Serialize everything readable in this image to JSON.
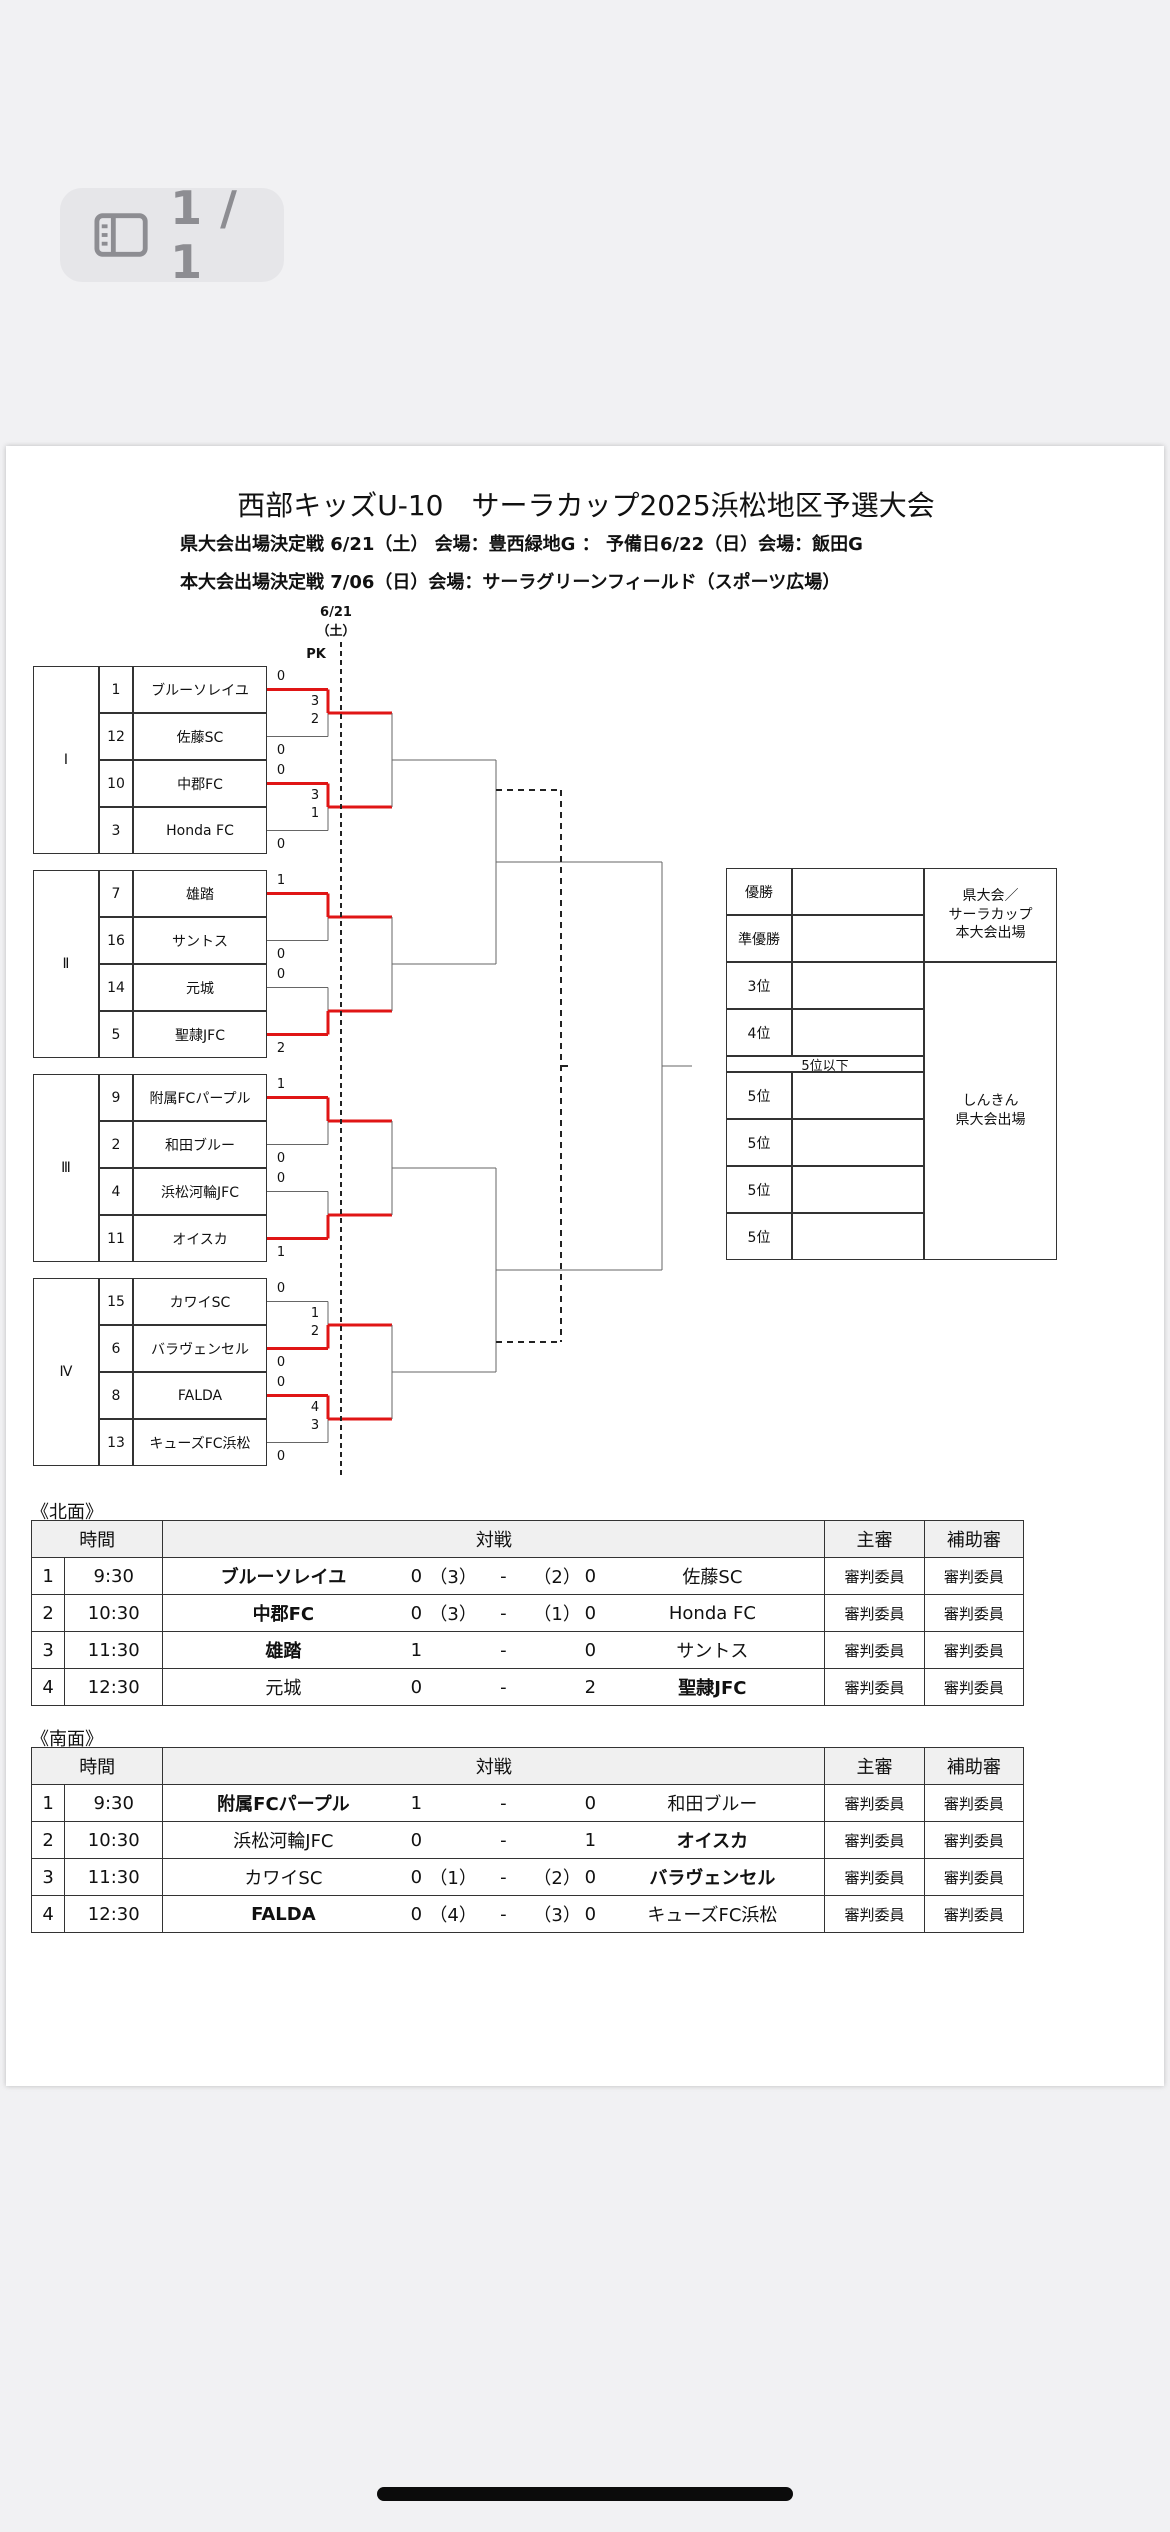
{
  "viewer": {
    "page_indicator": "1 / 1"
  },
  "doc": {
    "title": "西部キッズU-10　サーラカップ2025浜松地区予選大会",
    "sub1": "県大会出場決定戦  6/21（土）  会場：豊西緑地G  ：  予備日6/22（日）会場：飯田G",
    "sub2": "本大会出場決定戦  7/06（日）会場：サーラグリーンフィールド（スポーツ広場）"
  },
  "bracket": {
    "date": "6/21（土）",
    "pk": "PK",
    "blocks": [
      {
        "label": "Ⅰ",
        "teams": [
          {
            "seed": "1",
            "name": "ブルーソレイユ",
            "score": "0"
          },
          {
            "seed": "12",
            "name": "佐藤SC",
            "score": "0"
          },
          {
            "seed": "10",
            "name": "中郡FC",
            "score": "0"
          },
          {
            "seed": "3",
            "name": "Honda  FC",
            "score": "0"
          }
        ],
        "pk": [
          "3",
          "2",
          "3",
          "1"
        ]
      },
      {
        "label": "Ⅱ",
        "teams": [
          {
            "seed": "7",
            "name": "雄踏",
            "score": "1"
          },
          {
            "seed": "16",
            "name": "サントス",
            "score": "0"
          },
          {
            "seed": "14",
            "name": "元城",
            "score": "0"
          },
          {
            "seed": "5",
            "name": "聖隷JFC",
            "score": "2"
          }
        ]
      },
      {
        "label": "Ⅲ",
        "teams": [
          {
            "seed": "9",
            "name": "附属FCパープル",
            "score": "1"
          },
          {
            "seed": "2",
            "name": "和田ブルー",
            "score": "0"
          },
          {
            "seed": "4",
            "name": "浜松河輪JFC",
            "score": "0"
          },
          {
            "seed": "11",
            "name": "オイスカ",
            "score": "1"
          }
        ]
      },
      {
        "label": "Ⅳ",
        "teams": [
          {
            "seed": "15",
            "name": "カワイSC",
            "score": "0"
          },
          {
            "seed": "6",
            "name": "バラヴェンセル",
            "score": "0"
          },
          {
            "seed": "8",
            "name": "FALDA",
            "score": "0"
          },
          {
            "seed": "13",
            "name": "キューズFC浜松",
            "score": "0"
          }
        ],
        "pk": [
          "1",
          "2",
          "4",
          "3"
        ]
      }
    ]
  },
  "results": {
    "places": [
      "優勝",
      "準優勝",
      "3位",
      "4位",
      "5位",
      "5位",
      "5位",
      "5位"
    ],
    "below_five": "5位以下",
    "qualify_top": "県大会／\nサーラカップ\n本大会出場",
    "qualify_bottom": "しんきん\n県大会出場"
  },
  "north": {
    "label": "《北面》",
    "headers": {
      "time": "時間",
      "match": "対戦",
      "referee": "主審",
      "assistant": "補助審"
    },
    "rows": [
      {
        "no": "1",
        "time": "9:30",
        "home": "ブルーソレイユ",
        "hs": "0",
        "hpk": "（3）",
        "dash": "-",
        "apk": "（2）",
        "as": "0",
        "away": "佐藤SC",
        "ref": "審判委員",
        "asst": "審判委員"
      },
      {
        "no": "2",
        "time": "10:30",
        "home": "中郡FC",
        "hs": "0",
        "hpk": "（3）",
        "dash": "-",
        "apk": "（1）",
        "as": "0",
        "away": "Honda  FC",
        "ref": "審判委員",
        "asst": "審判委員"
      },
      {
        "no": "3",
        "time": "11:30",
        "home": "雄踏",
        "hs": "1",
        "hpk": "",
        "dash": "-",
        "apk": "",
        "as": "0",
        "away": "サントス",
        "ref": "審判委員",
        "asst": "審判委員"
      },
      {
        "no": "4",
        "time": "12:30",
        "home": "元城",
        "hs": "0",
        "hpk": "",
        "dash": "-",
        "apk": "",
        "as": "2",
        "away": "聖隷JFC",
        "ref": "審判委員",
        "asst": "審判委員"
      }
    ]
  },
  "south": {
    "label": "《南面》",
    "headers": {
      "time": "時間",
      "match": "対戦",
      "referee": "主審",
      "assistant": "補助審"
    },
    "rows": [
      {
        "no": "1",
        "time": "9:30",
        "home": "附属FCパープル",
        "hs": "1",
        "hpk": "",
        "dash": "-",
        "apk": "",
        "as": "0",
        "away": "和田ブルー",
        "ref": "審判委員",
        "asst": "審判委員"
      },
      {
        "no": "2",
        "time": "10:30",
        "home": "浜松河輪JFC",
        "hs": "0",
        "hpk": "",
        "dash": "-",
        "apk": "",
        "as": "1",
        "away": "オイスカ",
        "ref": "審判委員",
        "asst": "審判委員"
      },
      {
        "no": "3",
        "time": "11:30",
        "home": "カワイSC",
        "hs": "0",
        "hpk": "（1）",
        "dash": "-",
        "apk": "（2）",
        "as": "0",
        "away": "バラヴェンセル",
        "ref": "審判委員",
        "asst": "審判委員"
      },
      {
        "no": "4",
        "time": "12:30",
        "home": "FALDA",
        "hs": "0",
        "hpk": "（4）",
        "dash": "-",
        "apk": "（3）",
        "as": "0",
        "away": "キューズFC浜松",
        "ref": "審判委員",
        "asst": "審判委員"
      }
    ]
  }
}
